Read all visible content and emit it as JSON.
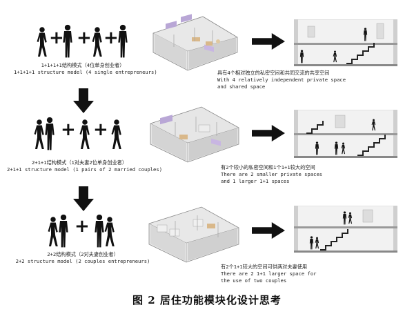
{
  "rows": [
    {
      "model_cn": "1+1+1+1结构模式（4位单身创业者）",
      "model_en": "1+1+1+1 structure model (4 single entrepreneurs)",
      "desc_cn": "具有4个相对独立的私密空间和共同交流的共享空间",
      "desc_en_1": "With 4 relatively independent private space",
      "desc_en_2": "and shared space"
    },
    {
      "model_cn": "2+1+1结构模式（1对夫妻2位单身创业者）",
      "model_en": "2+1+1 structure model (1 pairs of 2 married couples)",
      "desc_cn": "有2个较小的私密空间和1个1+1较大的空间",
      "desc_en_1": "There are 2 smaller private spaces",
      "desc_en_2": "and 1 larger 1+1 spaces"
    },
    {
      "model_cn": "2+2结构模式（2对夫妻创业者）",
      "model_en": "2+2 structure model (2 couples entrepreneurs)",
      "desc_cn": "有2个1+1较大的空间可供两对夫妻使用",
      "desc_en_1": "There are 2 1+1 larger space for",
      "desc_en_2": "the use of two couples"
    }
  ],
  "symbols": {
    "plus": "+"
  },
  "caption": "图 2  居住功能模块化设计思考"
}
